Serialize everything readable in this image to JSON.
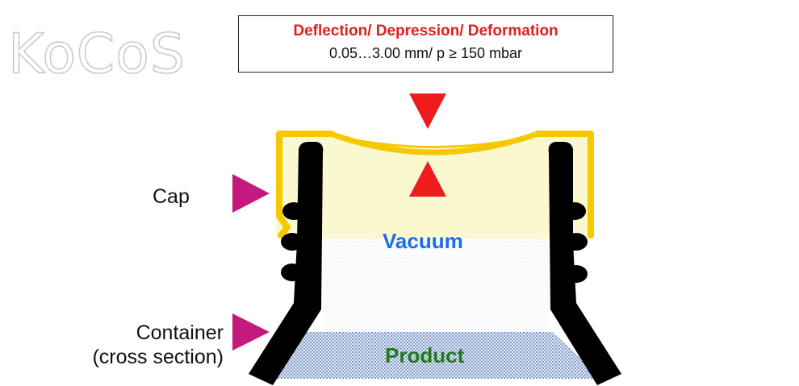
{
  "logo": {
    "text": "KoCoS"
  },
  "spec": {
    "title": "Deflection/ Depression/ Deformation",
    "value": "0.05…3.00 mm/ p ≥ 150 mbar"
  },
  "labels": {
    "cap": "Cap",
    "container_line1": "Container",
    "container_line2": "(cross section)",
    "vacuum": "Vacuum",
    "product": "Product"
  },
  "colors": {
    "cap_yellow": "#f5c800",
    "vacuum_fill": "#fbf7cf",
    "container_black": "#000000",
    "pointer_magenta": "#c4197d",
    "deflection_red": "#ee1c1c",
    "product_blue": "#3a5fa8"
  }
}
